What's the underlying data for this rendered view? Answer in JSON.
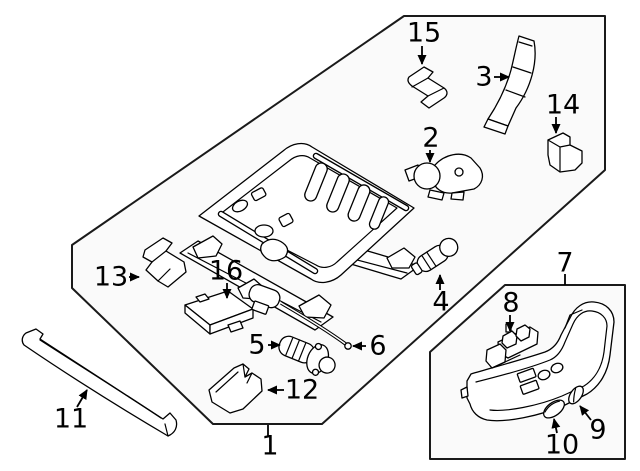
{
  "diagram": {
    "kind": "exploded-parts-diagram",
    "subject": "seat track / adjuster components line illustration with numbered callouts",
    "background_color": "#ffffff",
    "panel_fill": "#fafafa",
    "line_color": "#000000",
    "callouts": [
      {
        "number": "1"
      },
      {
        "number": "2"
      },
      {
        "number": "3"
      },
      {
        "number": "4"
      },
      {
        "number": "5"
      },
      {
        "number": "6"
      },
      {
        "number": "7"
      },
      {
        "number": "8"
      },
      {
        "number": "9"
      },
      {
        "number": "10"
      },
      {
        "number": "11"
      },
      {
        "number": "12"
      },
      {
        "number": "13"
      },
      {
        "number": "14"
      },
      {
        "number": "15"
      },
      {
        "number": "16"
      }
    ]
  }
}
